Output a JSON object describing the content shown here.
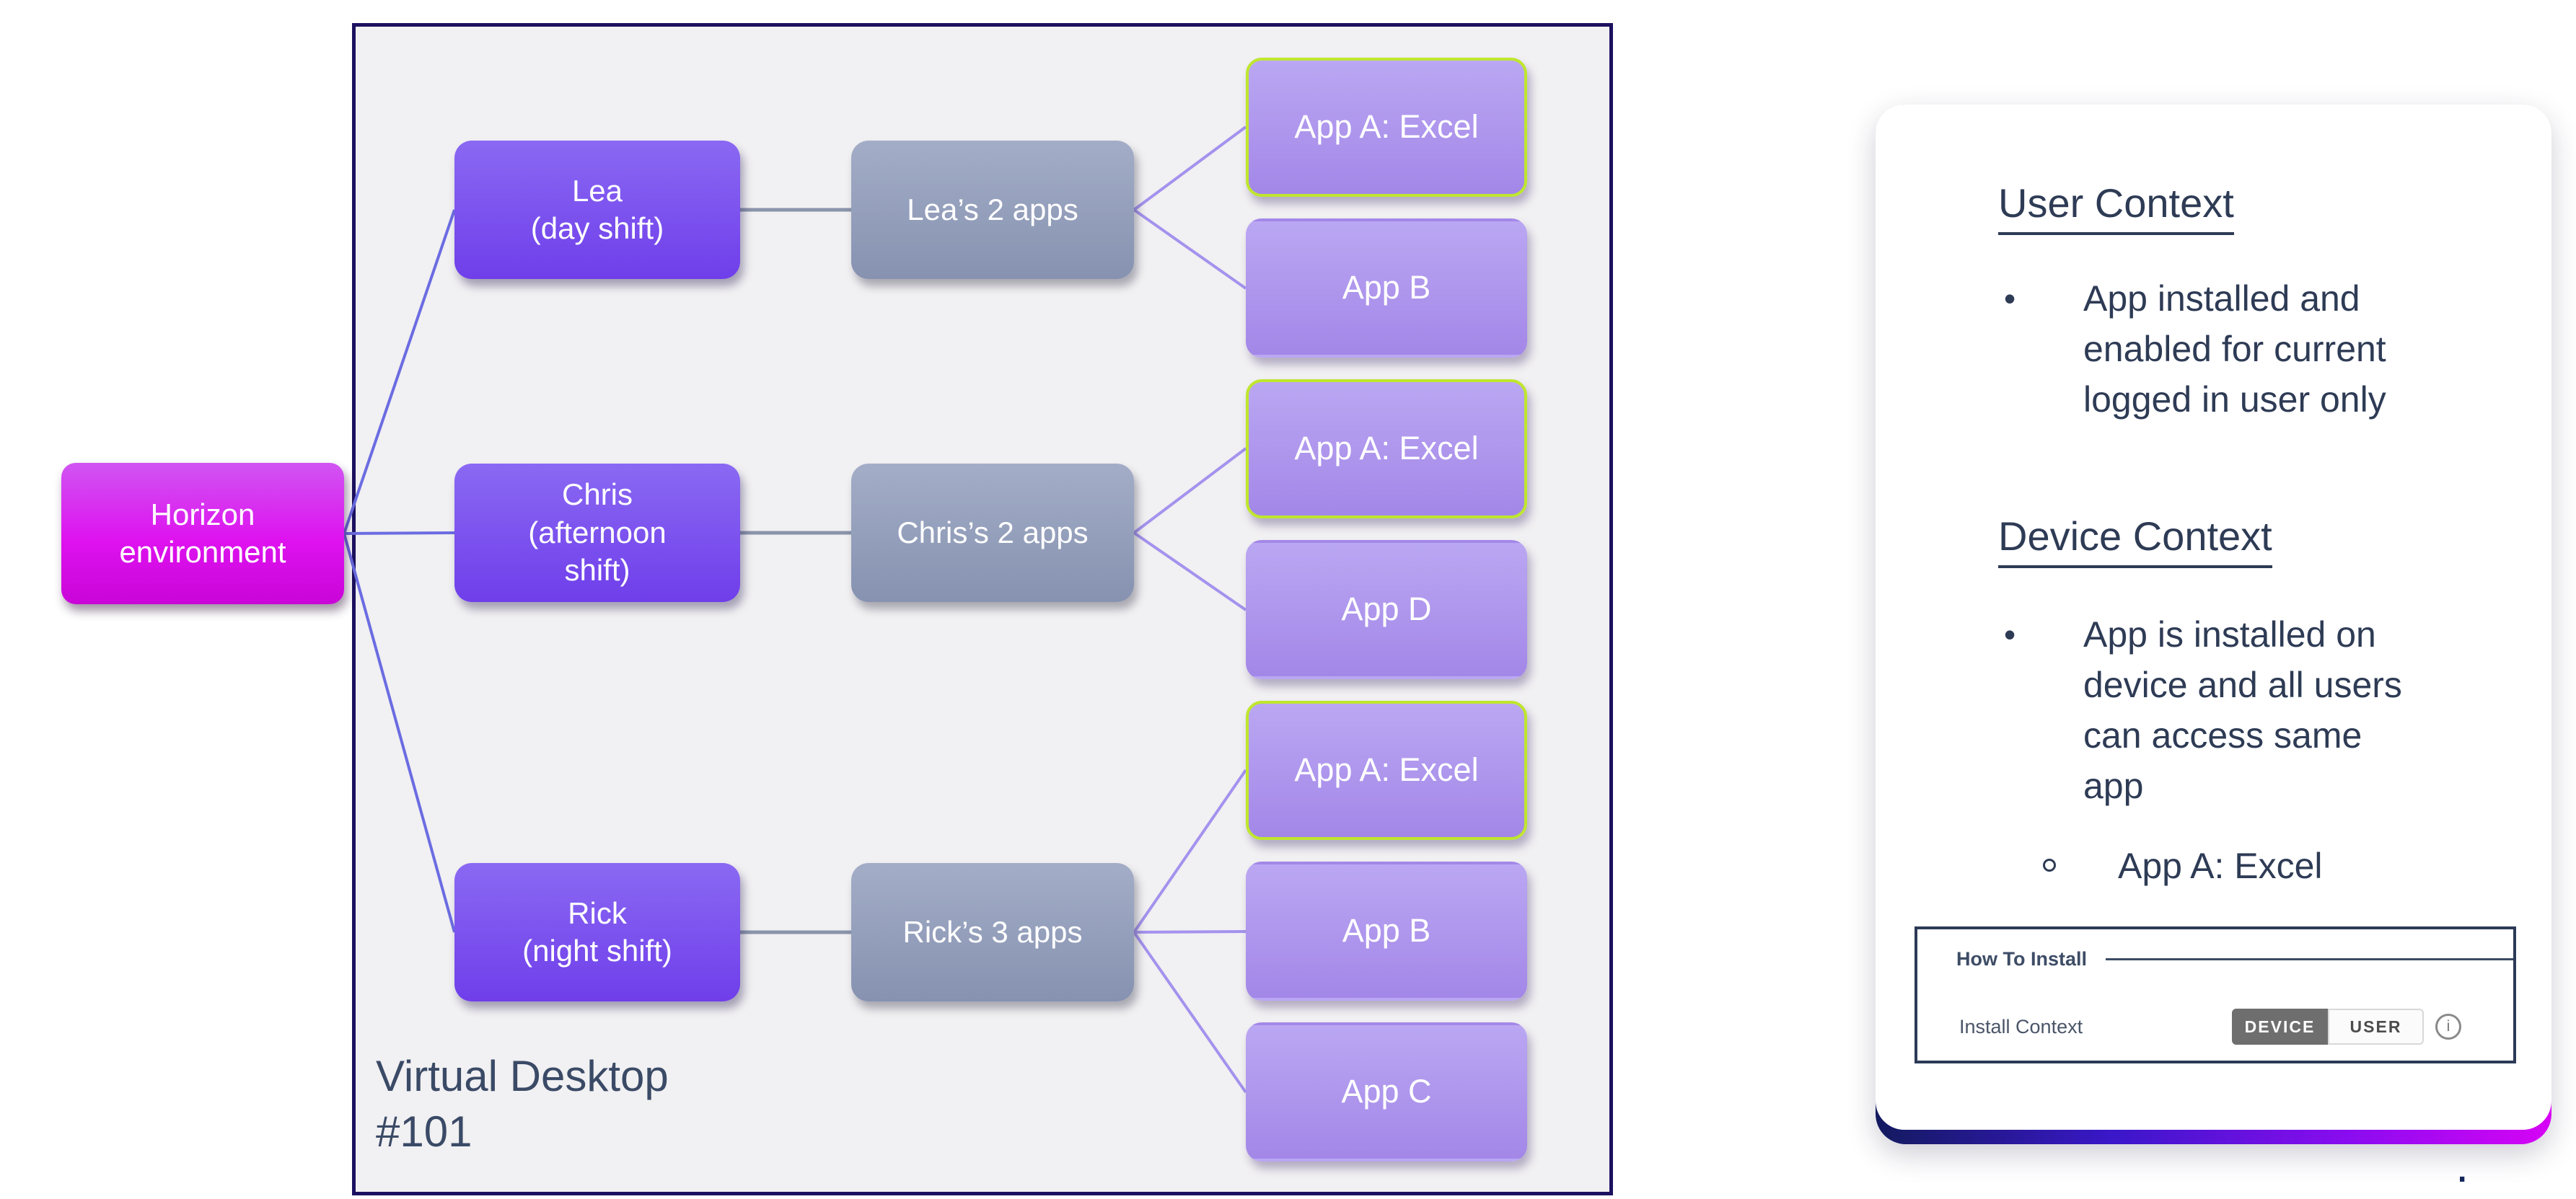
{
  "diagram": {
    "root_label": "Horizon\nenvironment",
    "container_label": "Virtual Desktop\n#101",
    "users": [
      {
        "label": "Lea\n(day shift)",
        "apps_label": "Lea’s 2 apps"
      },
      {
        "label": "Chris\n(afternoon\nshift)",
        "apps_label": "Chris’s 2 apps"
      },
      {
        "label": "Rick\n(night shift)",
        "apps_label": "Rick’s 3 apps"
      }
    ],
    "apps": [
      {
        "label": "App A: Excel",
        "highlighted": true
      },
      {
        "label": "App B",
        "highlighted": false
      },
      {
        "label": "App A: Excel",
        "highlighted": true
      },
      {
        "label": "App D",
        "highlighted": false
      },
      {
        "label": "App A: Excel",
        "highlighted": true
      },
      {
        "label": "App B",
        "highlighted": false
      },
      {
        "label": "App C",
        "highlighted": false
      }
    ],
    "colors": {
      "container_border": "#1c1160",
      "container_fill": "#f1f0f2",
      "root_fill": "#d912e9",
      "user_fill": "#7a4df0",
      "apps_summary_fill": "#95a0ba",
      "app_fill": "#ae94ec",
      "highlight_border": "#bfe62e",
      "root_link": "#6b6ce2",
      "row_link": "#8a94ab",
      "app_link": "#a492ee"
    }
  },
  "panel": {
    "sections": [
      {
        "heading": "User Context",
        "bullet": "App installed and enabled for current logged in user only"
      },
      {
        "heading": "Device Context",
        "bullet": "App is installed on device and all users can access same app",
        "sub_bullet": "App A: Excel"
      }
    ],
    "screenshot": {
      "section_label": "How To Install",
      "field_label": "Install Context",
      "options": [
        {
          "label": "DEVICE",
          "selected": true
        },
        {
          "label": "USER",
          "selected": false
        }
      ],
      "info_glyph": "i"
    },
    "accent_bar": [
      "#131a5f",
      "#3a17c9",
      "#8a0cf0",
      "#d703f5"
    ]
  },
  "stray_text": "."
}
